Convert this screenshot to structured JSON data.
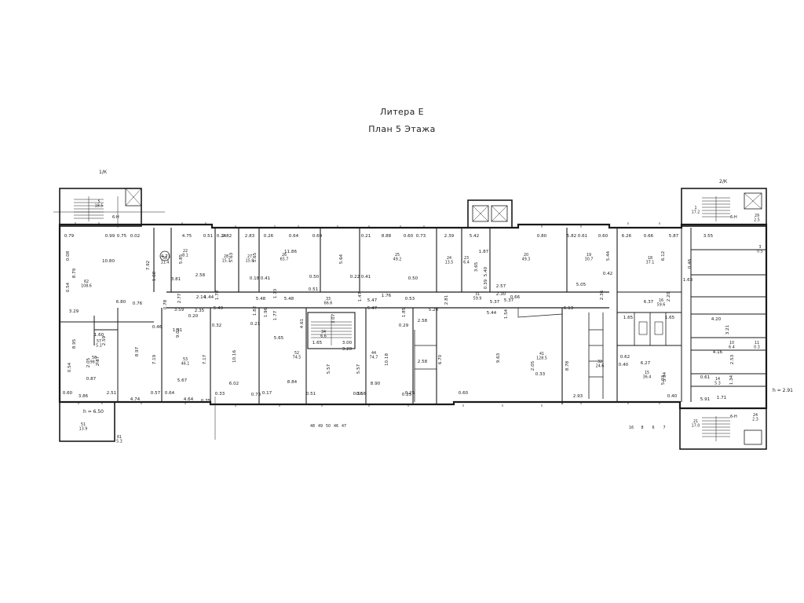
{
  "header": {
    "title": "Литера Е",
    "subtitle": "План 5 Этажа"
  },
  "axis_labels": {
    "left": "1/К",
    "right": "2/К"
  },
  "height_notes": [
    "h = 6.50",
    "h = 2.91"
  ],
  "elevator_marks": [
    "6-Н",
    "6-Н",
    "6-Н"
  ],
  "rooms": [
    {
      "no": "5",
      "area": "18.5"
    },
    {
      "no": "62",
      "area": "108.6"
    },
    {
      "no": "56",
      "area": "98.2"
    },
    {
      "no": "57",
      "area": "5.1"
    },
    {
      "no": "58",
      "area": "11.4"
    },
    {
      "no": "53",
      "area": "46.1"
    },
    {
      "no": "22",
      "area": "8.1"
    },
    {
      "no": "28",
      "area": "15.7"
    },
    {
      "no": "27",
      "area": "15.8"
    },
    {
      "no": "26",
      "area": "65.7"
    },
    {
      "no": "25",
      "area": "49.2"
    },
    {
      "no": "24",
      "area": "13.5"
    },
    {
      "no": "23",
      "area": "6.4"
    },
    {
      "no": "20",
      "area": "49.3"
    },
    {
      "no": "19",
      "area": "30.7"
    },
    {
      "no": "18",
      "area": "37.1"
    },
    {
      "no": "3",
      "area": "0.5"
    },
    {
      "no": "52",
      "area": "74.5"
    },
    {
      "no": "44",
      "area": "74.7"
    },
    {
      "no": "41",
      "area": "128.5"
    },
    {
      "no": "33",
      "area": "66.6"
    },
    {
      "no": "34",
      "area": "6.6"
    },
    {
      "no": "32",
      "area": "24.6"
    },
    {
      "no": "31",
      "area": "59.9"
    },
    {
      "no": "15",
      "area": "36.4"
    },
    {
      "no": "16",
      "area": "59.6"
    },
    {
      "no": "10",
      "area": "6.4"
    },
    {
      "no": "11",
      "area": "0.3"
    },
    {
      "no": "14",
      "area": "5.3"
    },
    {
      "no": "51",
      "area": "13.9"
    },
    {
      "no": "61",
      "area": "5.3"
    },
    {
      "no": "1",
      "area": "17.2"
    },
    {
      "no": "21",
      "area": "17.0"
    },
    {
      "no": "29",
      "area": "2.5"
    },
    {
      "no": "24",
      "area": "2.3"
    }
  ],
  "dimensions": {
    "top_row": [
      "0.79",
      "0.99",
      "0.75",
      "0.02",
      "4.75",
      "0.51",
      "0.24",
      "2.82",
      "2.83",
      "0.26",
      "0.64",
      "0.69",
      "0.21",
      "8.88",
      "0.60",
      "0.73",
      "2.39",
      "5.42",
      "0.80",
      "5.82",
      "0.61",
      "0.60",
      "6.26",
      "0.66",
      "5.87",
      "3.55"
    ],
    "left_side": [
      "0.08",
      "8.79",
      "0.54",
      "3.29",
      "8.95",
      "0.54",
      "0.60",
      "3.86",
      "2.51",
      "4.74",
      "10.80",
      "7.92",
      "1.68",
      "6.80",
      "0.76",
      "4.71",
      "5.85",
      "3.81",
      "2.58",
      "2.77",
      "0.78",
      "3.59",
      "0.46",
      "2.59",
      "1.60",
      "0.87",
      "2.05",
      "2.37",
      "8.97"
    ],
    "middle": [
      "11.86",
      "5.64",
      "5.63",
      "5.65",
      "0.18",
      "0.41",
      "0.50",
      "0.51",
      "0.22",
      "0.41",
      "0.50",
      "1.73",
      "5.48",
      "5.48",
      "1.82",
      "1.96",
      "1.77",
      "0.21",
      "5.49",
      "4.61",
      "3.07",
      "1.47",
      "5.47",
      "5.47",
      "1.76",
      "0.53",
      "1.85",
      "5.20",
      "2.81",
      "2.58",
      "2.58",
      "0.29",
      "10.18",
      "10.16",
      "6.02",
      "8.84",
      "5.65",
      "5.57",
      "5.57",
      "8.90",
      "0.25",
      "0.56",
      "0.51",
      "0.17",
      "0.33",
      "3.20",
      "3.00",
      "1.65"
    ],
    "right_side": [
      "1.87",
      "3.65",
      "2.57",
      "5.40",
      "0.39",
      "2.30",
      "5.37",
      "0.66",
      "5.44",
      "5.37",
      "1.54",
      "9.63",
      "6.70",
      "2.05",
      "0.33",
      "6.13",
      "8.78",
      "2.93",
      "5.44",
      "0.42",
      "2.36",
      "5.05",
      "5.93",
      "6.12",
      "1.63",
      "6.37",
      "2.20",
      "4.20",
      "3.21",
      "6.27",
      "5.94",
      "4.16",
      "2.53",
      "0.62",
      "0.40",
      "1.34",
      "0.61",
      "1.71",
      "5.91",
      "1.65",
      "1.65",
      "0.46"
    ],
    "bottom_row": [
      "0.57",
      "0.64",
      "4.64",
      "0.75",
      "0.73",
      "0.56",
      "0.25",
      "0.60",
      "0.40",
      "9.02",
      "7.19",
      "5.67",
      "7.17",
      "1.91",
      "0.20",
      "1.78",
      "1.44",
      "2.14",
      "2.35",
      "0.32"
    ]
  },
  "bottom_room_list": {
    "group_a": [
      "48",
      "49",
      "50",
      "46",
      "47"
    ],
    "group_b": [
      "16",
      "8",
      "6",
      "7"
    ]
  },
  "colors": {
    "line": "#1a1a1a",
    "paper": "#ffffff"
  }
}
